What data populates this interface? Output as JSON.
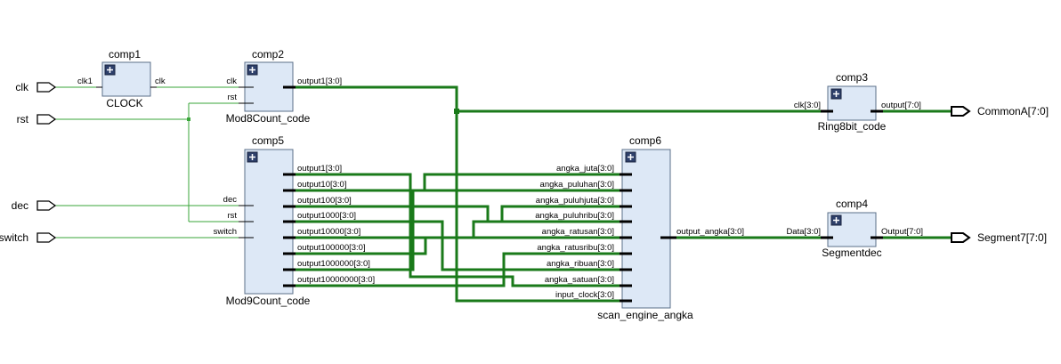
{
  "ports": {
    "clk": "clk",
    "rst": "rst",
    "dec": "dec",
    "switch": "switch",
    "commona": "CommonA[7:0]",
    "segment7": "Segment7[7:0]"
  },
  "comp1": {
    "inst": "comp1",
    "type": "CLOCK",
    "in": "clk1",
    "out": "clk"
  },
  "comp2": {
    "inst": "comp2",
    "type": "Mod8Count_code",
    "in_clk": "clk",
    "in_rst": "rst",
    "out": "output1[3:0]"
  },
  "comp3": {
    "inst": "comp3",
    "type": "Ring8bit_code",
    "in": "clk[3:0]",
    "out": "output[7:0]"
  },
  "comp4": {
    "inst": "comp4",
    "type": "Segmentdec",
    "in": "Data[3:0]",
    "out": "Output[7:0]"
  },
  "comp5": {
    "inst": "comp5",
    "type": "Mod9Count_code",
    "inputs": [
      "dec",
      "rst",
      "switch"
    ],
    "outputs": [
      "output1[3:0]",
      "output10[3:0]",
      "output100[3:0]",
      "output1000[3:0]",
      "output10000[3:0]",
      "output100000[3:0]",
      "output1000000[3:0]",
      "output10000000[3:0]"
    ]
  },
  "comp6": {
    "inst": "comp6",
    "type": "scan_engine_angka",
    "inputs": [
      "angka_juta[3:0]",
      "angka_puluhan[3:0]",
      "angka_puluhjuta[3:0]",
      "angka_puluhribu[3:0]",
      "angka_ratusan[3:0]",
      "angka_ratusribu[3:0]",
      "angka_ribuan[3:0]",
      "angka_satuan[3:0]",
      "input_clock[3:0]"
    ],
    "out": "output_angka[3:0]"
  },
  "colors": {
    "block_fill": "#dde8f6",
    "block_stroke": "#5b6f88",
    "wire": "#3aa53a",
    "bus": "#1a7a1a"
  }
}
